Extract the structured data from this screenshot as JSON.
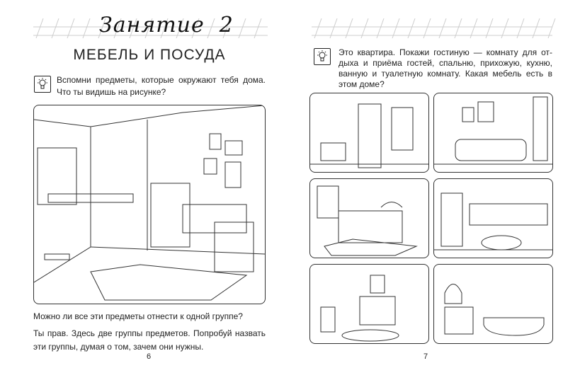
{
  "left_page": {
    "lesson_title": "Занятие  2",
    "section_title": "МЕБЕЛЬ И ПОСУДА",
    "task_text": "Вспомни предметы, которые окружают тебя дома. Что ты видишь на рисунке?",
    "question_1": "Можно ли все эти предметы отнести к одной группе?",
    "question_2": "Ты прав. Здесь две группы предметов. Попробуй назвать эти группы, думая о том, зачем они нужны.",
    "page_number": "6"
  },
  "right_page": {
    "task_text": "Это квартира. Покажи гостиную — комнату для от-дыха и приёма гостей, спальню, прихожую, кухню, ванную и туалетную комнату. Какая мебель есть в этом доме?",
    "page_number": "7"
  },
  "icons": {
    "task": "lightbulb-icon"
  }
}
